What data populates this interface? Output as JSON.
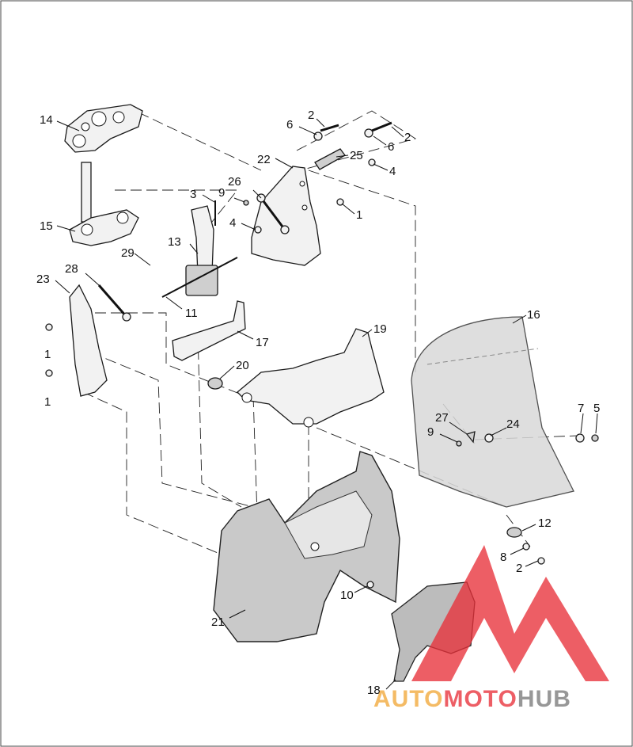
{
  "callouts": {
    "c14": "14",
    "c15": "15",
    "c2a": "2",
    "c6a": "6",
    "c6b": "6",
    "c2b": "2",
    "c22": "22",
    "c25": "25",
    "c4a": "4",
    "c3": "3",
    "c9a": "9",
    "c26": "26",
    "c1a": "1",
    "c4b": "4",
    "c13": "13",
    "c29": "29",
    "c28": "28",
    "c23": "23",
    "c11": "11",
    "c17": "17",
    "c1b": "1",
    "c1c": "1",
    "c19": "19",
    "c20": "20",
    "c16": "16",
    "c27": "27",
    "c9b": "9",
    "c24": "24",
    "c7": "7",
    "c5": "5",
    "c12": "12",
    "c8": "8",
    "c2c": "2",
    "c10": "10",
    "c21": "21",
    "c18": "18"
  },
  "watermark": {
    "part1": "AUTO",
    "part2": "MOTO",
    "part3": "HUB",
    "color_orange": "#f2a93b",
    "color_red": "#e8313a",
    "color_gray": "#7a7a7a"
  }
}
